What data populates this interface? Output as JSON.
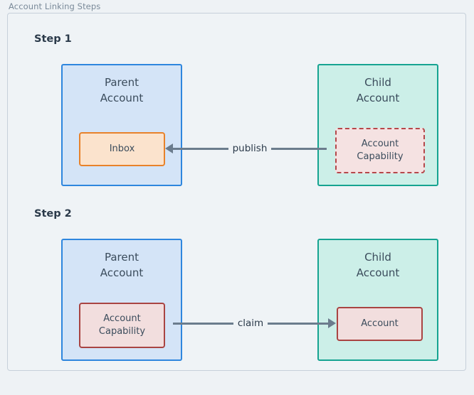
{
  "diagram": {
    "frame_title": "Account Linking Steps",
    "steps": [
      {
        "label": "Step 1",
        "parent": {
          "title": "Parent\nAccount",
          "inner_label": "Inbox"
        },
        "child": {
          "title": "Child\nAccount",
          "inner_label": "Account\nCapability"
        },
        "arrow": {
          "label": "publish",
          "direction": "left"
        }
      },
      {
        "label": "Step 2",
        "parent": {
          "title": "Parent\nAccount",
          "inner_label": "Account\nCapability"
        },
        "child": {
          "title": "Child\nAccount",
          "inner_label": "Account"
        },
        "arrow": {
          "label": "claim",
          "direction": "right"
        }
      }
    ],
    "colors": {
      "background": "#eef2f5",
      "frame_border": "#c6d0da",
      "frame_fill": "#eff3f6",
      "parent_border": "#2e86de",
      "parent_fill": "#d4e4f7",
      "child_border": "#16a391",
      "child_fill": "#ccefe8",
      "inbox_border": "#e8822a",
      "inbox_fill": "#fbe3cd",
      "capability_border": "#a94442",
      "capability_fill": "#f2dede",
      "arrow": "#6b7c8d",
      "text": "#3b4c5c",
      "step_text": "#2b3a4a",
      "title_text": "#7a8a99"
    }
  }
}
